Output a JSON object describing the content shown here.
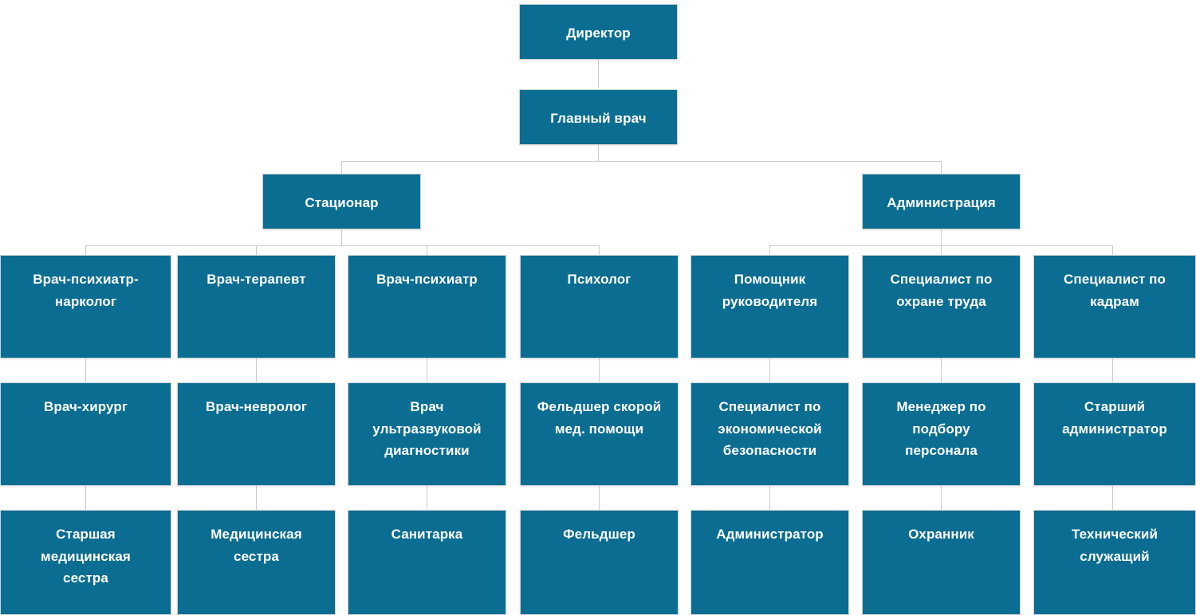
{
  "chart_data": {
    "type": "diagram",
    "title": "",
    "diagram_kind": "organizational-chart",
    "orientation": "top-down",
    "colors": {
      "node_fill": "#0a6d91",
      "node_text": "#ffffff",
      "connector": "#c9cccd",
      "background": "#ffffff"
    },
    "levels": [
      {
        "level": 1,
        "nodes": [
          {
            "id": "director",
            "label": "Директор",
            "parent": null
          }
        ]
      },
      {
        "level": 2,
        "nodes": [
          {
            "id": "chief-doctor",
            "label": "Главный врач",
            "parent": "director"
          }
        ]
      },
      {
        "level": 3,
        "nodes": [
          {
            "id": "inpatient",
            "label": "Стационар",
            "parent": "chief-doctor"
          },
          {
            "id": "administration",
            "label": "Администрация",
            "parent": "chief-doctor"
          }
        ]
      },
      {
        "level": 4,
        "nodes": [
          {
            "id": "psychiatrist-narcologist",
            "label": "Врач-психиатр-\nнарколог",
            "parent": "inpatient"
          },
          {
            "id": "therapist",
            "label": "Врач-терапевт",
            "parent": "inpatient"
          },
          {
            "id": "psychiatrist",
            "label": "Врач-психиатр",
            "parent": "inpatient"
          },
          {
            "id": "psychologist",
            "label": "Психолог",
            "parent": "inpatient"
          },
          {
            "id": "assistant-manager",
            "label": "Помощник\nруководителя",
            "parent": "administration"
          },
          {
            "id": "labor-safety-specialist",
            "label": "Специалист по\nохране труда",
            "parent": "administration"
          },
          {
            "id": "hr-specialist",
            "label": "Специалист по\nкадрам",
            "parent": "administration"
          }
        ]
      },
      {
        "level": 5,
        "nodes": [
          {
            "id": "surgeon",
            "label": "Врач-хирург",
            "parent": "psychiatrist-narcologist"
          },
          {
            "id": "neurologist",
            "label": "Врач-невролог",
            "parent": "therapist"
          },
          {
            "id": "ultrasound-doctor",
            "label": "Врач\nультразвуковой\nдиагностики",
            "parent": "psychiatrist"
          },
          {
            "id": "ambulance-paramedic",
            "label": "Фельдшер скорой\nмед. помощи",
            "parent": "psychologist"
          },
          {
            "id": "economic-security-specialist",
            "label": "Специалист по\nэкономической\nбезопасности",
            "parent": "assistant-manager"
          },
          {
            "id": "recruitment-manager",
            "label": "Менеджер по\nподбору\nперсонала",
            "parent": "labor-safety-specialist"
          },
          {
            "id": "senior-administrator",
            "label": "Старший\nадминистратор",
            "parent": "hr-specialist"
          }
        ]
      },
      {
        "level": 6,
        "nodes": [
          {
            "id": "head-nurse",
            "label": "Старшая\nмедицинская\nсестра",
            "parent": "surgeon"
          },
          {
            "id": "nurse",
            "label": "Медицинская\nсестра",
            "parent": "neurologist"
          },
          {
            "id": "orderly",
            "label": "Санитарка",
            "parent": "ultrasound-doctor"
          },
          {
            "id": "paramedic",
            "label": "Фельдшер",
            "parent": "ambulance-paramedic"
          },
          {
            "id": "administrator",
            "label": "Администратор",
            "parent": "economic-security-specialist"
          },
          {
            "id": "guard",
            "label": "Охранник",
            "parent": "recruitment-manager"
          },
          {
            "id": "technical-staff",
            "label": "Технический\nслужащий",
            "parent": "senior-administrator"
          }
        ]
      }
    ]
  },
  "nodes": {
    "director": "Директор",
    "chief_doctor": "Главный врач",
    "inpatient": "Стационар",
    "administration": "Администрация",
    "psychiatrist_narcologist": "Врач-психиатр-\nнарколог",
    "therapist": "Врач-терапевт",
    "psychiatrist": "Врач-психиатр",
    "psychologist": "Психолог",
    "assistant_manager": "Помощник\nруководителя",
    "labor_safety_specialist": "Специалист по\nохране труда",
    "hr_specialist": "Специалист по\nкадрам",
    "surgeon": "Врач-хирург",
    "neurologist": "Врач-невролог",
    "ultrasound_doctor": "Врач\nультразвуковой\nдиагностики",
    "ambulance_paramedic": "Фельдшер скорой\nмед. помощи",
    "economic_security_specialist": "Специалист по\nэкономической\nбезопасности",
    "recruitment_manager": "Менеджер по\nподбору\nперсонала",
    "senior_administrator": "Старший\nадминистратор",
    "head_nurse": "Старшая\nмедицинская\nсестра",
    "nurse": "Медицинская\nсестра",
    "orderly": "Санитарка",
    "paramedic": "Фельдшер",
    "administrator": "Администратор",
    "guard": "Охранник",
    "technical_staff": "Технический\nслужащий"
  }
}
